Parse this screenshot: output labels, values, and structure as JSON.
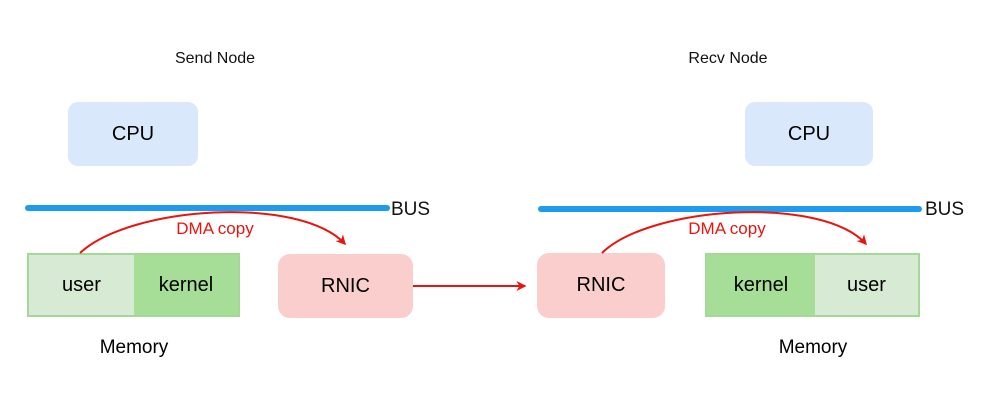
{
  "colors": {
    "cpu_fill": "#d9e8fb",
    "memory_user_fill": "#d7ead3",
    "memory_kernel_fill": "#a6dd97",
    "memory_border": "#a3d897",
    "rnic_fill": "#f9cecc",
    "bus_line": "#1e9bf0",
    "arrow_red": "#e8150f"
  },
  "send": {
    "title": "Send Node",
    "cpu_label": "CPU",
    "bus_label": "BUS",
    "dma_label": "DMA copy",
    "rnic_label": "RNIC",
    "memory_label": "Memory",
    "memory_segments": [
      {
        "label": "user"
      },
      {
        "label": "kernel"
      }
    ]
  },
  "recv": {
    "title": "Recv Node",
    "cpu_label": "CPU",
    "bus_label": "BUS",
    "dma_label": "DMA copy",
    "rnic_label": "RNIC",
    "memory_label": "Memory",
    "memory_segments": [
      {
        "label": "kernel"
      },
      {
        "label": "user"
      }
    ]
  }
}
